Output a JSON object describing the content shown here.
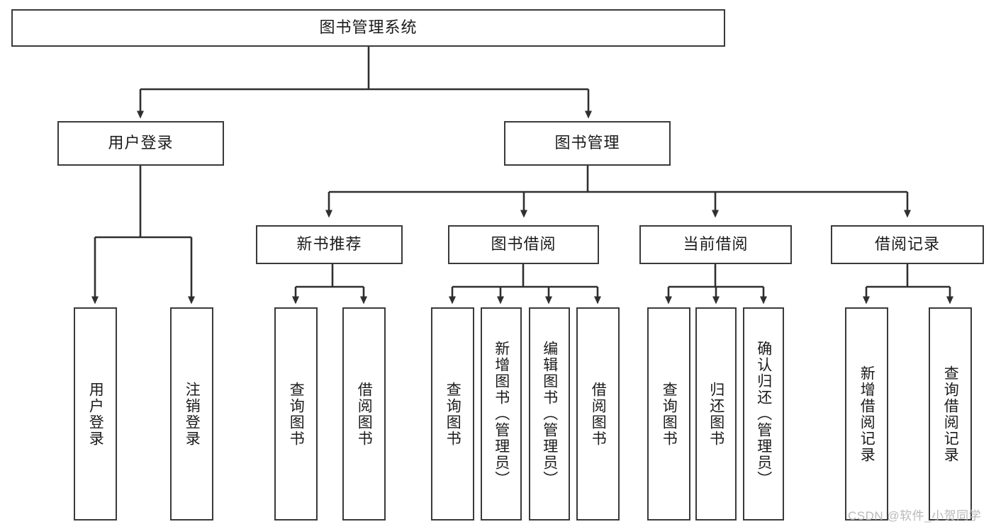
{
  "diagram": {
    "title": "图书管理系统",
    "type": "tree-hierarchy-chart",
    "colors": {
      "box_border": "#3a3a3a",
      "box_fill": "#ffffff",
      "connector": "#2f2f2f",
      "text": "#1b1b1b",
      "watermark": "#b9b9b9",
      "background": "#ffffff"
    },
    "root": {
      "label": "图书管理系统"
    },
    "level2": [
      {
        "label": "用户登录"
      },
      {
        "label": "图书管理"
      }
    ],
    "level3": [
      {
        "label": "新书推荐"
      },
      {
        "label": "图书借阅"
      },
      {
        "label": "当前借阅"
      },
      {
        "label": "借阅记录"
      }
    ],
    "leaves": {
      "user_login": [
        {
          "label": "用户登录"
        },
        {
          "label": "注销登录"
        }
      ],
      "new_book_recommend": [
        {
          "label": "查询图书"
        },
        {
          "label": "借阅图书"
        }
      ],
      "book_borrow": [
        {
          "label": "查询图书"
        },
        {
          "label": "新增图书（管理员）"
        },
        {
          "label": "编辑图书（管理员）"
        },
        {
          "label": "借阅图书"
        }
      ],
      "current_borrow": [
        {
          "label": "查询图书"
        },
        {
          "label": "归还图书"
        },
        {
          "label": "确认归还（管理员）"
        }
      ],
      "borrow_record": [
        {
          "label": "新增借阅记录"
        },
        {
          "label": "查询借阅记录"
        }
      ]
    }
  },
  "watermark": {
    "text": "CSDN @软件_小贺同学"
  }
}
